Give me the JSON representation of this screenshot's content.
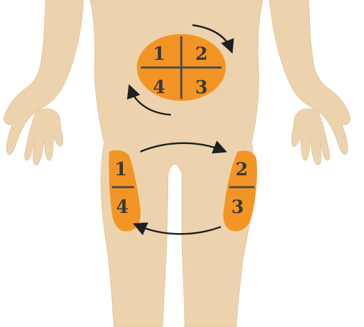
{
  "colors": {
    "skin": "#ecd3ae",
    "skin_outline": "#e2c59c",
    "zone": "#f39524",
    "divider": "#4a4a4a",
    "arrow": "#1f1f1f",
    "text": "#3a3a3a"
  },
  "abdomen": {
    "labels": [
      "1",
      "2",
      "4",
      "3"
    ]
  },
  "left_thigh": {
    "labels": [
      "1",
      "4"
    ]
  },
  "right_thigh": {
    "labels": [
      "2",
      "3"
    ]
  }
}
